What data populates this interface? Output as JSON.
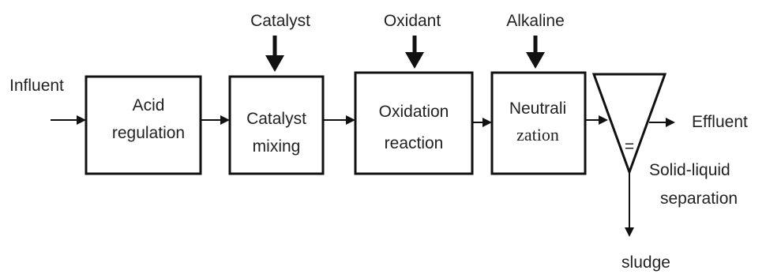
{
  "influent": "Influent",
  "effluent": "Effluent",
  "sludge": "sludge",
  "steps": [
    {
      "line1": "Acid",
      "line2": "regulation"
    },
    {
      "line1": "Catalyst",
      "line2": "mixing"
    },
    {
      "line1": "Oxidation",
      "line2": "reaction"
    },
    {
      "line1": "Neutrali",
      "line2": "zation"
    }
  ],
  "inputs": {
    "catalyst": "Catalyst",
    "oxidant": "Oxidant",
    "alkaline": "Alkaline"
  },
  "separator": {
    "line1": "Solid-liquid",
    "line2": "separation",
    "level_mark": "="
  },
  "colors": {
    "stroke": "#111111",
    "text": "#222222"
  }
}
